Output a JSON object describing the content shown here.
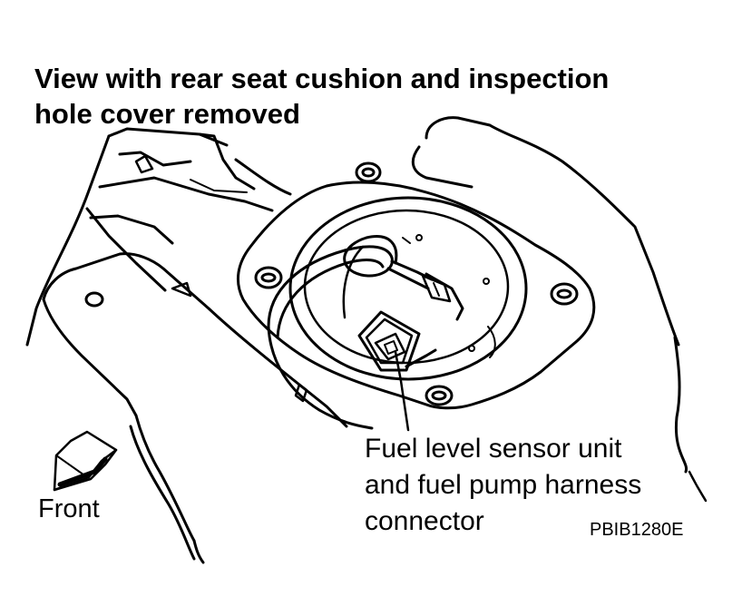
{
  "title": {
    "line1": "View with rear seat cushion and inspection",
    "line2": "hole cover removed"
  },
  "callout": {
    "line1": "Fuel level sensor unit",
    "line2": "and fuel pump harness",
    "line3": "connector"
  },
  "direction_label": "Front",
  "figure_code": "PBIB1280E",
  "icons": {
    "direction": "front-arrow-icon"
  },
  "colors": {
    "ink": "#000000",
    "paper": "#ffffff"
  }
}
